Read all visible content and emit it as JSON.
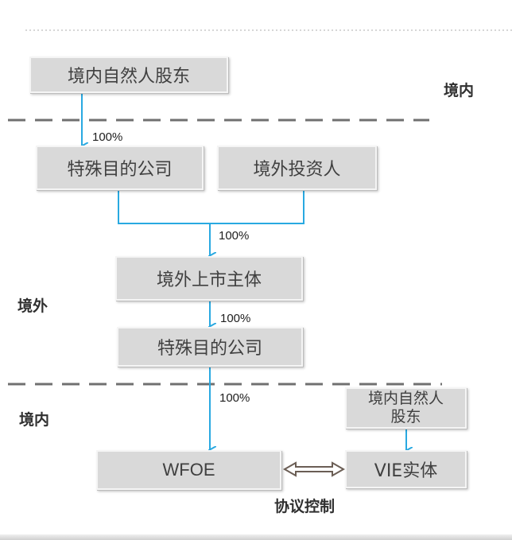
{
  "regions": {
    "top_domestic": "境内",
    "overseas": "境外",
    "bottom_domestic": "境内"
  },
  "boxes": {
    "domestic_shareholder": "境内自然人股东",
    "spv_top": "特殊目的公司",
    "foreign_investor": "境外投资人",
    "listed_entity": "境外上市主体",
    "spv_bottom": "特殊目的公司",
    "wfoe": "WFOE",
    "domestic_shareholder_right": "境内自然人股东",
    "vie_entity": "VIE实体"
  },
  "percentages": {
    "p1": "100%",
    "p2": "100%",
    "p3": "100%",
    "p4": "100%"
  },
  "agreement_label": "协议控制",
  "colors": {
    "arrow": "#29a9e1",
    "box_fill": "#d9d9d9",
    "dash": "#707070"
  }
}
